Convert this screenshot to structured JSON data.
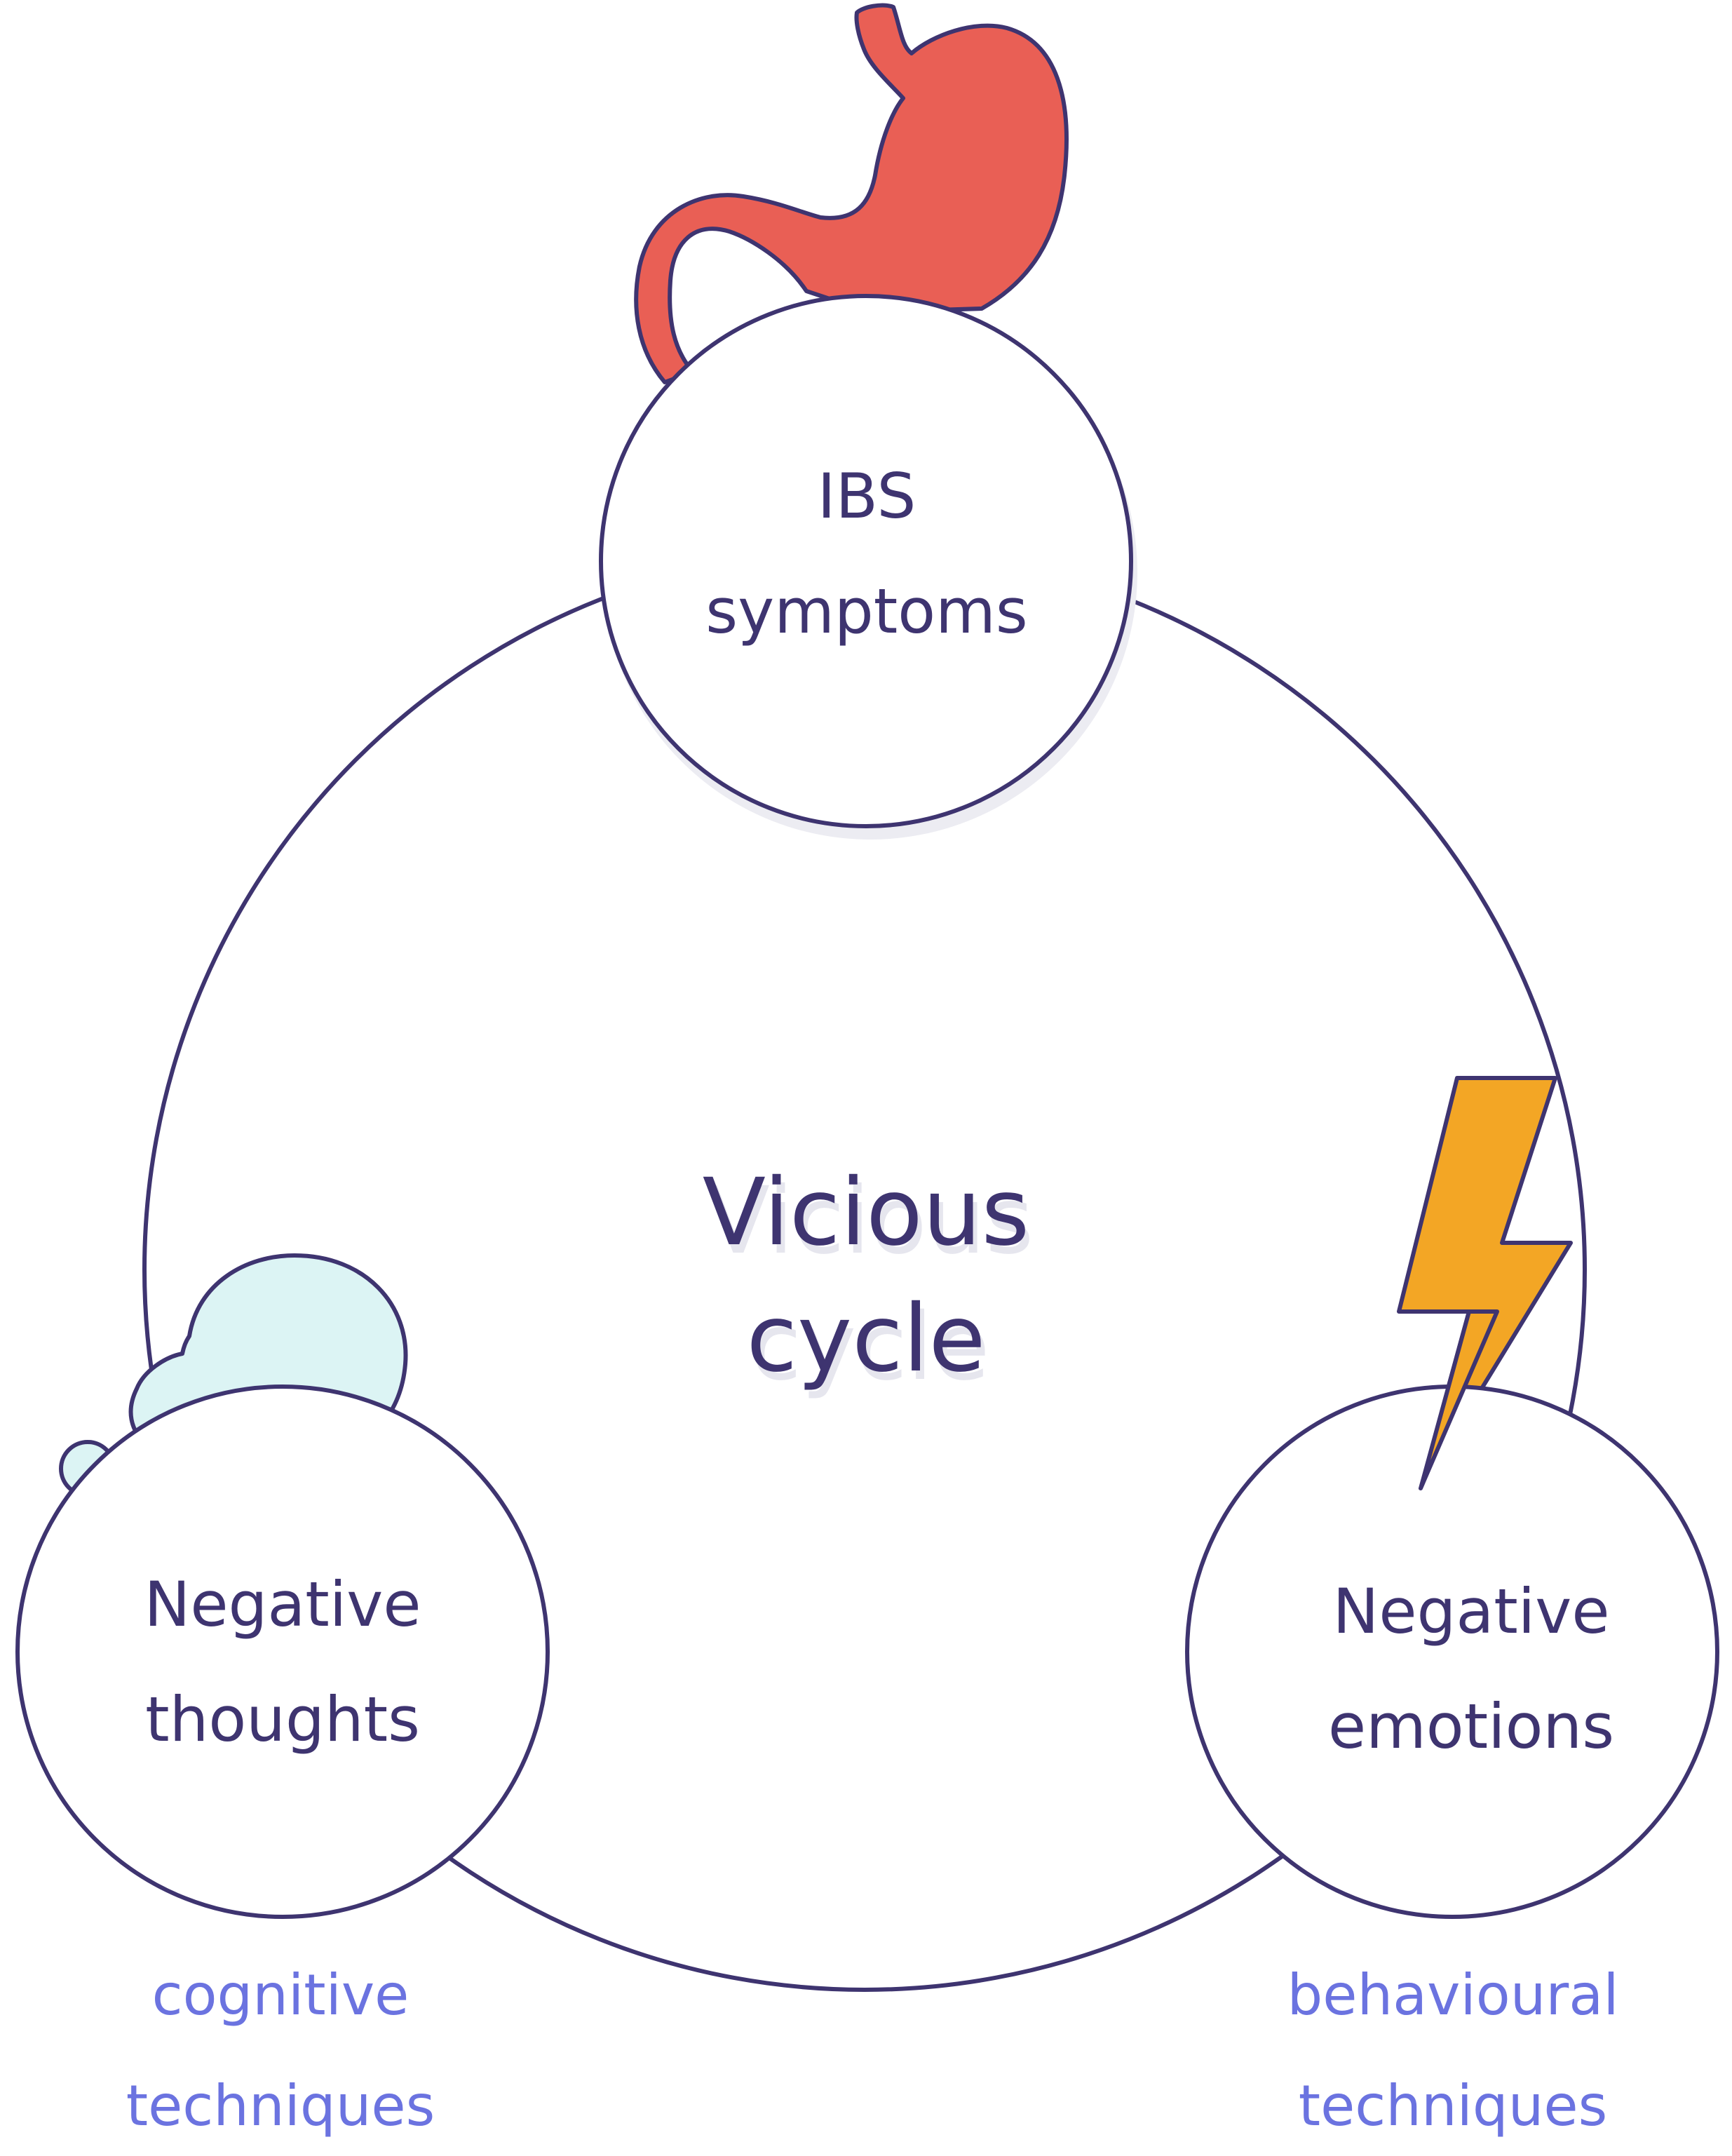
{
  "center": {
    "line1": "Vicious",
    "line2": "cycle"
  },
  "nodes": {
    "ibs": {
      "line1": "IBS",
      "line2": "symptoms",
      "icon": "stomach-icon"
    },
    "thoughts": {
      "line1": "Negative",
      "line2": "thoughts",
      "icon": "thought-bubble-icon"
    },
    "emotions": {
      "line1": "Negative",
      "line2": "emotions",
      "icon": "lightning-bolt-icon"
    }
  },
  "techniques": {
    "cognitive": {
      "line1": "cognitive",
      "line2": "techniques"
    },
    "behavioural": {
      "line1": "behavioural",
      "line2": "techniques"
    }
  },
  "colors": {
    "outline": "#3e3470",
    "stomach": "#e95f55",
    "bubble": "#dcf4f4",
    "lightning": "#f3a625",
    "technique_text": "#6b73e0"
  }
}
